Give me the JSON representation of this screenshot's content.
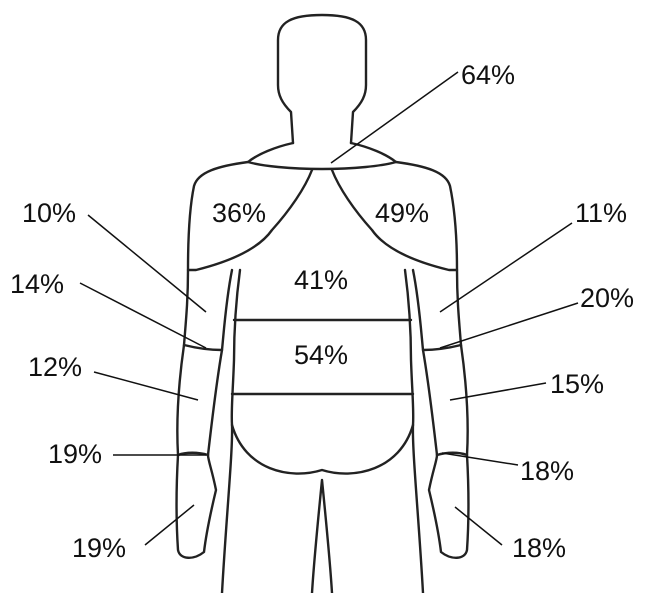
{
  "body_diagram": {
    "view": "back",
    "line_color": "#222222",
    "labels": {
      "neck": "64%",
      "right_shoulder": "36%",
      "left_shoulder": "49%",
      "upper_back": "41%",
      "lower_back": "54%",
      "right_upper_arm": "10%",
      "right_elbow": "14%",
      "right_forearm": "12%",
      "right_wrist": "19%",
      "right_hand": "19%",
      "left_upper_arm": "11%",
      "left_elbow": "20%",
      "left_forearm": "15%",
      "left_wrist": "18%",
      "left_hand": "18%"
    }
  }
}
